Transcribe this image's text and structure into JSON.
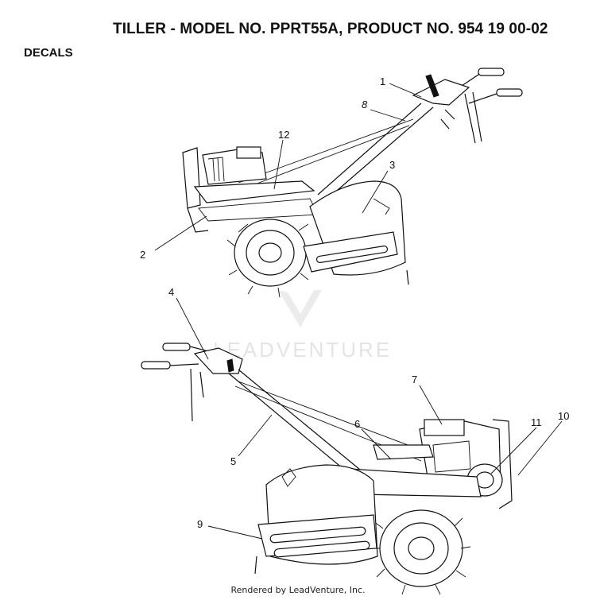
{
  "header": {
    "title": "TILLER - MODEL NO. PPRT55A, PRODUCT NO. 954 19 00-02",
    "section": "DECALS"
  },
  "watermark": "LEADVENTURE",
  "footer": "Rendered by LeadVenture, Inc.",
  "callouts": [
    {
      "id": "1",
      "label": "1"
    },
    {
      "id": "2",
      "label": "2"
    },
    {
      "id": "3",
      "label": "3"
    },
    {
      "id": "4",
      "label": "4"
    },
    {
      "id": "5",
      "label": "5"
    },
    {
      "id": "6",
      "label": "6"
    },
    {
      "id": "7",
      "label": "7"
    },
    {
      "id": "8",
      "label": "8"
    },
    {
      "id": "9",
      "label": "9"
    },
    {
      "id": "10",
      "label": "10"
    },
    {
      "id": "11",
      "label": "11"
    },
    {
      "id": "12",
      "label": "12"
    }
  ]
}
